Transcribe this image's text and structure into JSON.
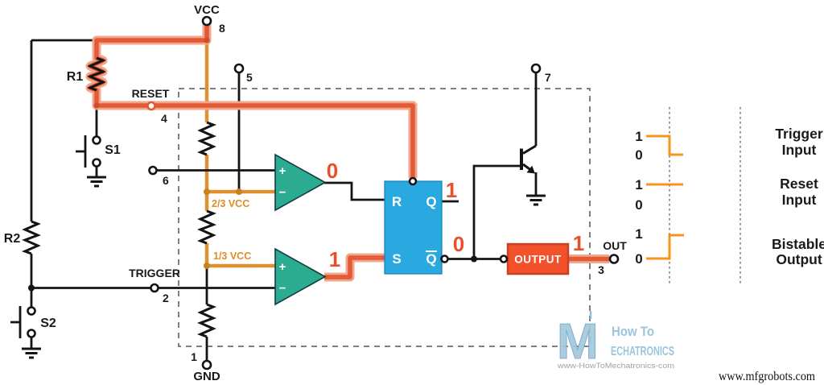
{
  "power": {
    "vcc_label": "VCC",
    "gnd_label": "GND"
  },
  "pins": {
    "p1": "1",
    "p2": "2",
    "p3": "3",
    "p4": "4",
    "p5": "5",
    "p6": "6",
    "p7": "7",
    "p8": "8"
  },
  "nets": {
    "reset": "RESET",
    "trigger": "TRIGGER",
    "out": "OUT",
    "two_thirds_vcc": "2/3 VCC",
    "one_third_vcc": "1/3 VCC"
  },
  "components": {
    "r1": "R1",
    "r2": "R2",
    "s1": "S1",
    "s2": "S2",
    "output_block": "OUTPUT"
  },
  "comparators": {
    "plus": "+",
    "minus": "−"
  },
  "latch": {
    "r": "R",
    "q": "Q",
    "s": "S",
    "qbar": "Q"
  },
  "logic_states": {
    "threshold_comp_out": "0",
    "q_out": "1",
    "trigger_comp_out": "1",
    "qbar_out": "0",
    "chip_out": "1"
  },
  "waveforms": [
    {
      "label_line1": "Trigger",
      "label_line2": "Input",
      "high": "1",
      "low": "0",
      "shape": "falling-edge"
    },
    {
      "label_line1": "Reset",
      "label_line2": "Input",
      "high": "1",
      "low": "0",
      "shape": "constant-high"
    },
    {
      "label_line1": "Bistable",
      "label_line2": "Output",
      "high": "1",
      "low": "0",
      "shape": "rising-edge"
    }
  ],
  "watermark": {
    "m": "M",
    "how_to": "How To",
    "mechatronics": "ECHATRONICS",
    "url": "www-HowToMechatronics-com"
  },
  "footer_url": "www.mfgrobots.com",
  "colors": {
    "highlight": "#E25A36",
    "highlight_halo": "#F1A78B",
    "amber": "#DD9130",
    "teal": "#2BAB90",
    "latch_blue": "#29A9E0",
    "digit_orange": "#E8502A",
    "output_red": "#F2512B",
    "wave_orange": "#F7941E"
  }
}
